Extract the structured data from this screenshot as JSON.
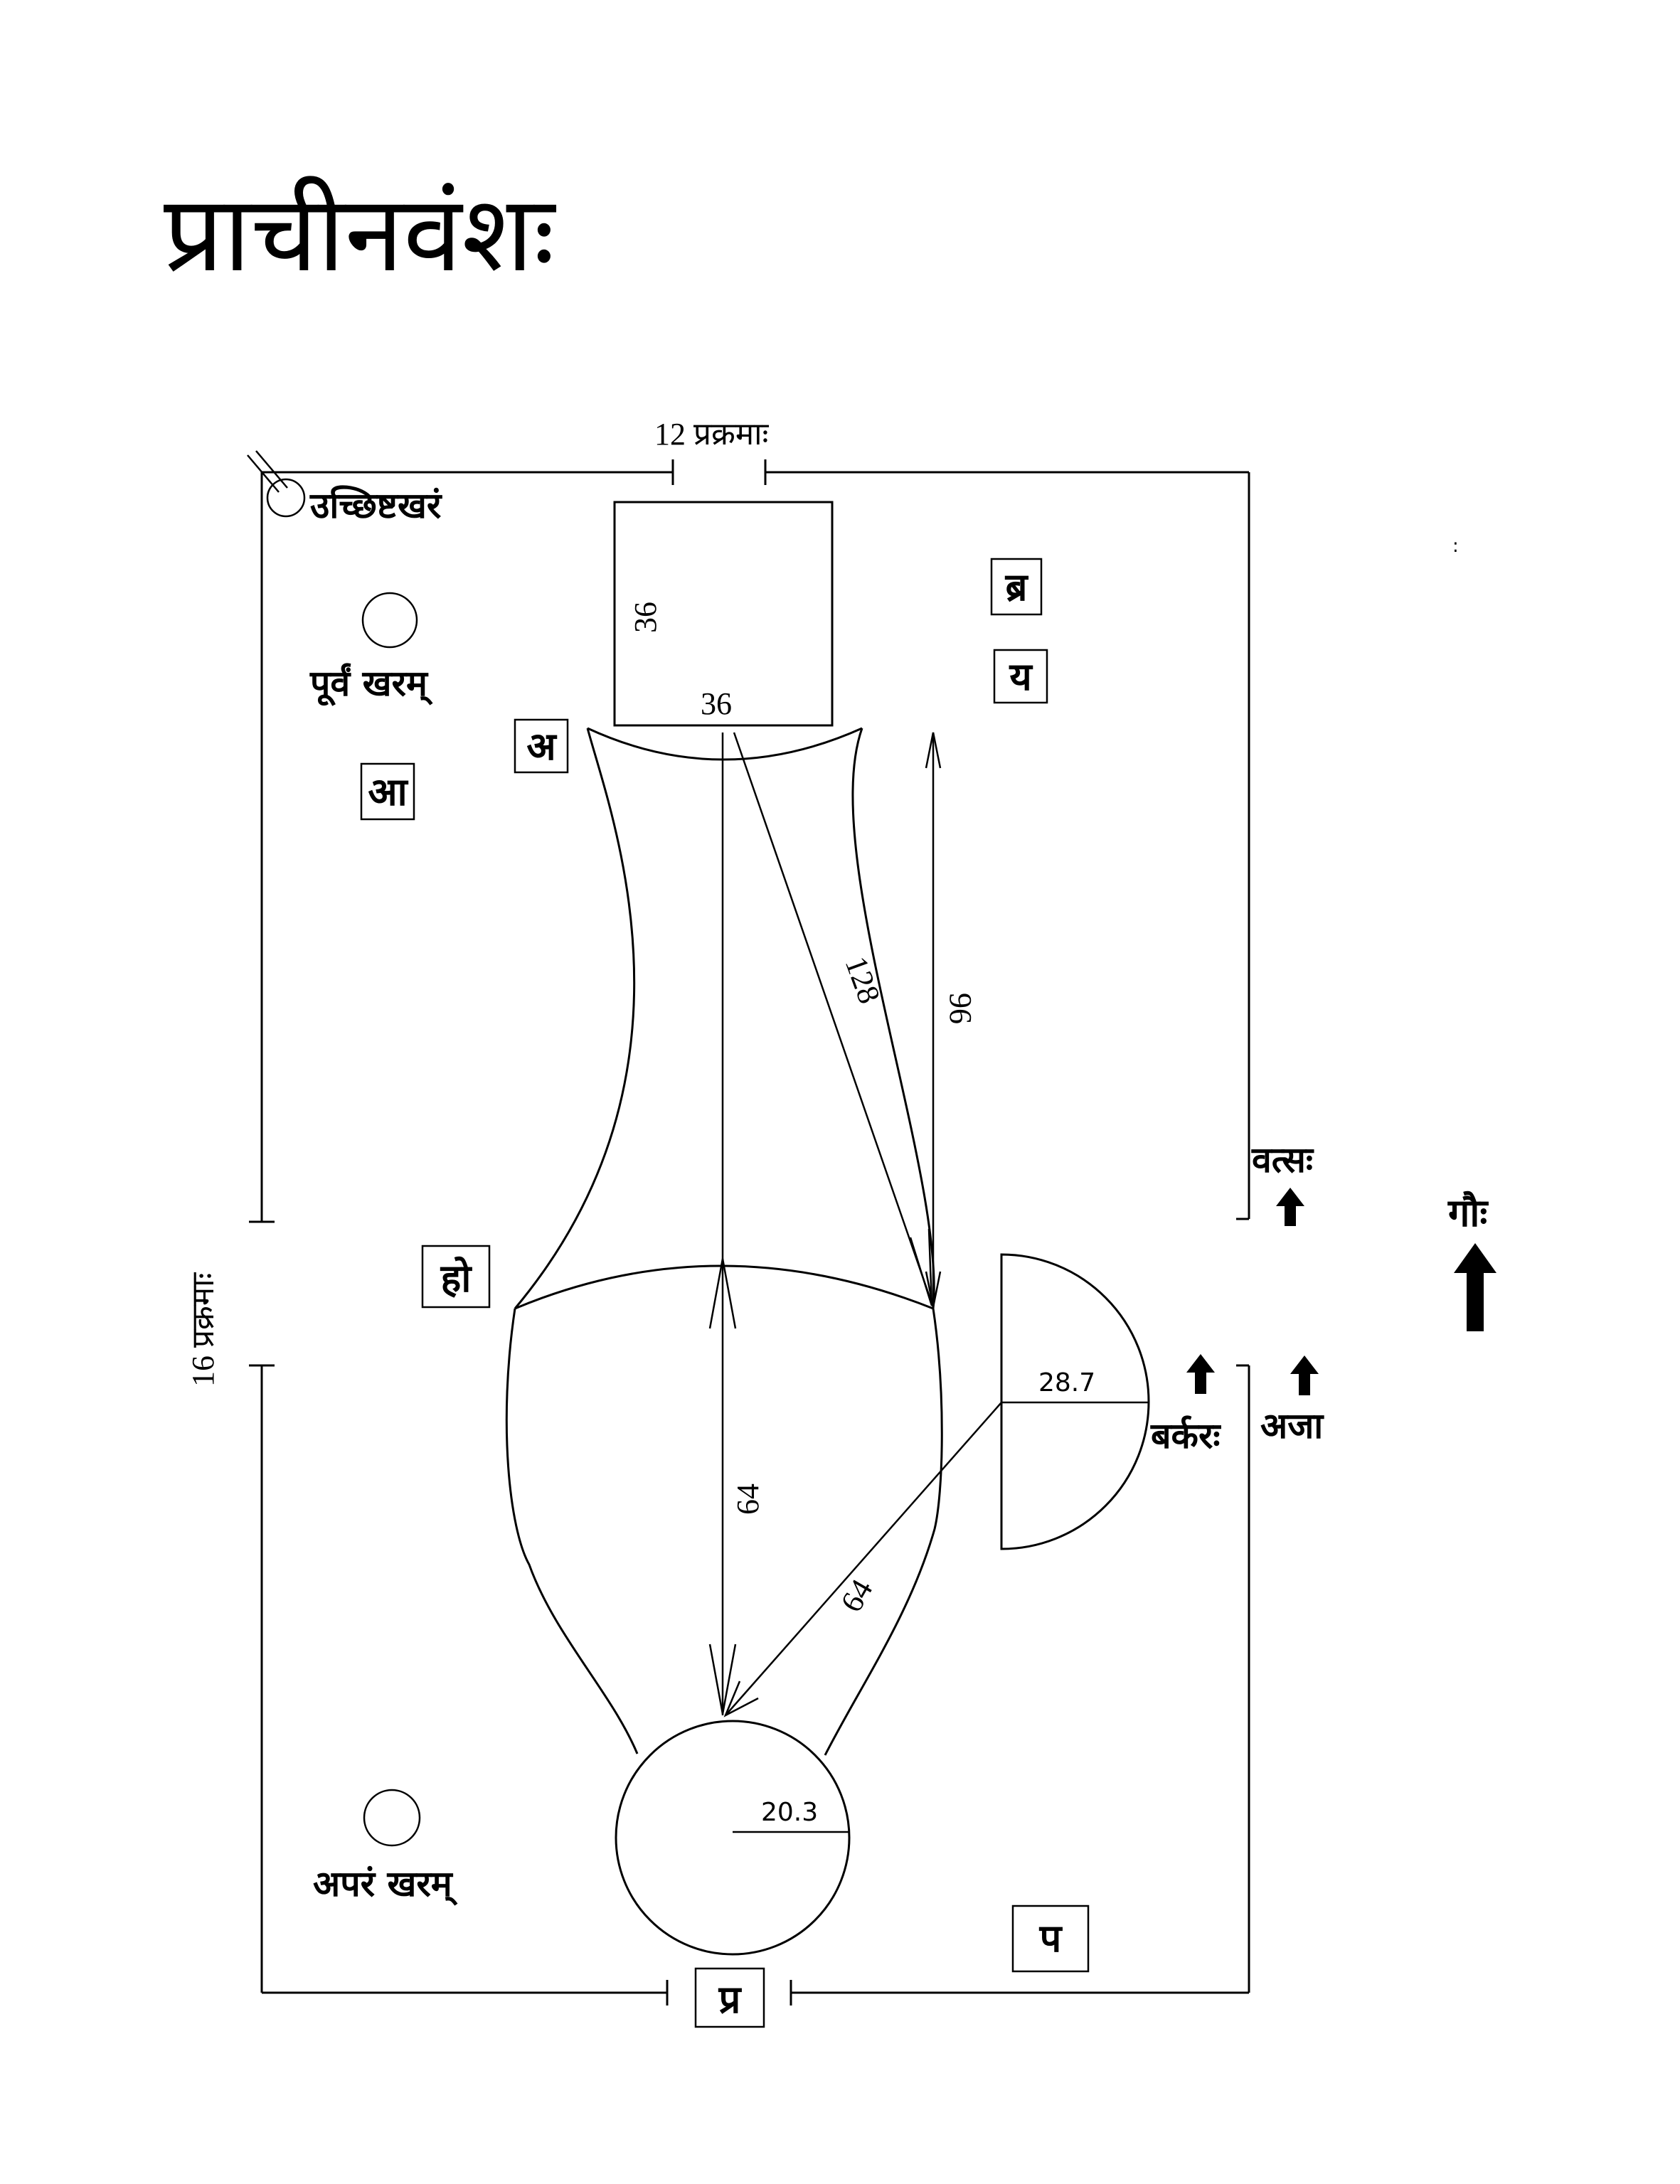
{
  "title": "प्राचीनवंशः",
  "measures": {
    "top_width": "12 प्रक्रमाः",
    "side_length": "16 प्रक्रमाः",
    "square_side": "36",
    "square_base": "36",
    "diagonal": "128",
    "vertical_right": "96",
    "vedi_length": "64",
    "diagonal_lower": "64",
    "semicircle_radius": "28.7",
    "circle_radius": "20.3"
  },
  "places": {
    "uchchhishta_khara": "उच्छिष्टखरं",
    "purva_khara": "पूर्वं खरम्",
    "apara_khara": "अपरं खरम्"
  },
  "fire_labels": {
    "a": "अ",
    "aa": "आ",
    "brahma": "ब्र",
    "ya": "य",
    "ho": "हो",
    "pra": "प्र",
    "pa": "प"
  },
  "animals": {
    "vatsa": "वत्सः",
    "gau": "गौः",
    "barkara": "बर्करः",
    "aja": "अजा"
  },
  "stray_mark": ":"
}
